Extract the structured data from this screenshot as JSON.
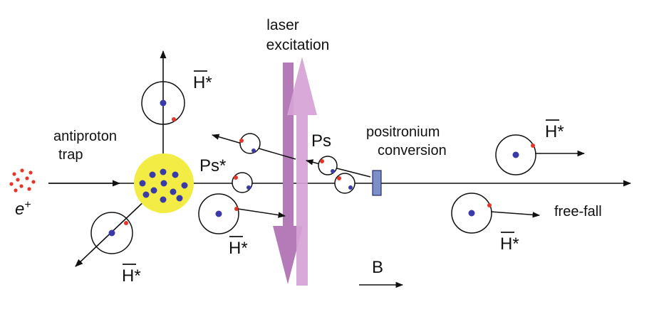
{
  "labels": {
    "laser_line1": "laser",
    "laser_line2": "excitation",
    "antiproton_line1": "antiproton",
    "antiproton_line2": "trap",
    "positronium_line1": "positronium",
    "positronium_line2": "conversion",
    "ps": "Ps",
    "ps_star": "Ps*",
    "positron_letter": "e",
    "positron_sup": "+",
    "hbar_letter": "H",
    "hbar_star": "*",
    "free_fall": "free-fall",
    "field": "B"
  },
  "colors": {
    "line": "#111111",
    "trap_fill": "#f2ec45",
    "antiproton": "#3a3aa8",
    "positron": "#e8352a",
    "laser_down": "#b57ab8",
    "laser_up": "#d6a2d6",
    "converter": "#7d8fc9"
  },
  "icons": {
    "positron_cloud": "red-dot-cluster-icon",
    "field_arrow": "right-arrow-icon"
  }
}
